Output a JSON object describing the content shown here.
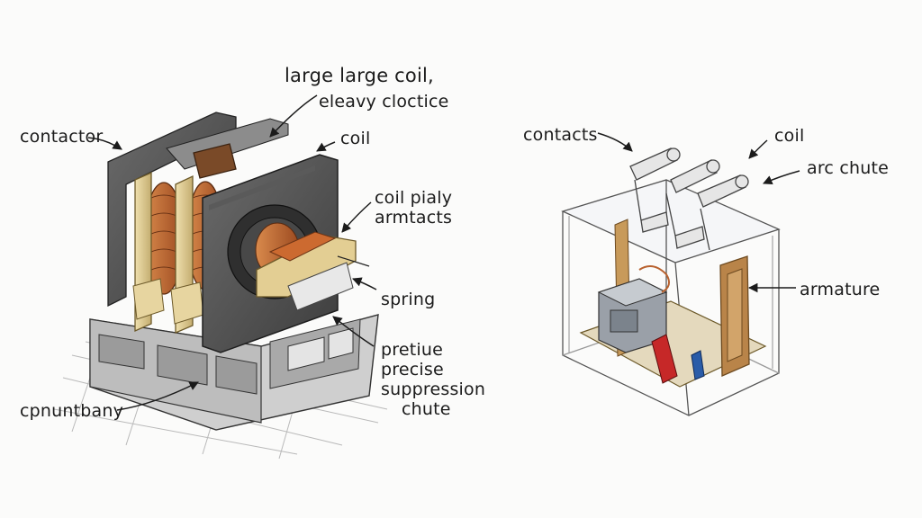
{
  "left_diagram": {
    "labels": {
      "contactor": "contactor",
      "large_coil": "large large coil,",
      "heavy": "eleavy cloctice",
      "coil": "coil",
      "coil_pialy": "coil pialy",
      "armtacts": "armtacts",
      "spring": "spring",
      "pretiue": "pretiue",
      "precise": "precise",
      "suppression": "suppression",
      "chute": "chute",
      "cpnuntbany": "cpnuntbany"
    }
  },
  "right_diagram": {
    "labels": {
      "contacts": "contacts",
      "coil": "coil",
      "arc_chute": "arc chute",
      "armature": "armature"
    }
  },
  "colors": {
    "ink": "#1b1b1b",
    "housing_dark": "#4a4a4a",
    "housing_mid": "#7a7a7a",
    "beige": "#d9c58e",
    "copper": "#b8612e",
    "brown": "#7a4a28",
    "glass": "#e9eef2"
  }
}
